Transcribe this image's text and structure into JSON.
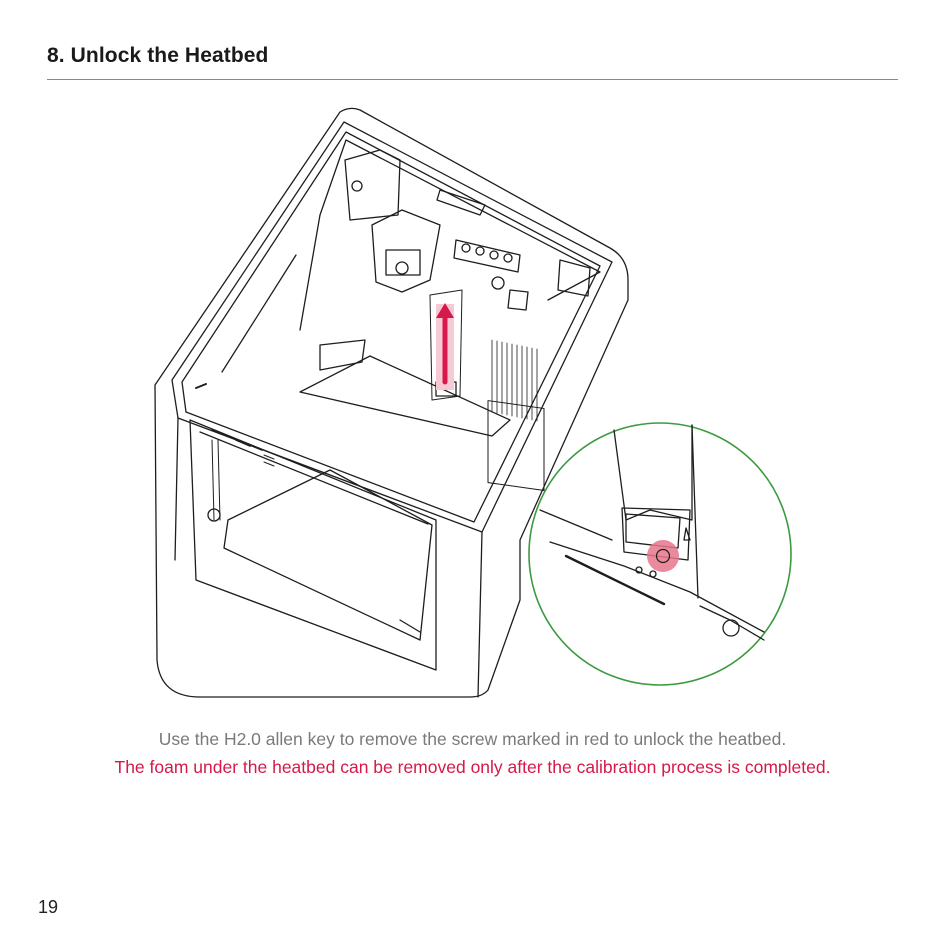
{
  "section": {
    "title": "8. Unlock the Heatbed"
  },
  "captions": {
    "instruction": "Use the H2.0 allen key to remove the screw marked in red to unlock the heatbed.",
    "warning": "The foam under the heatbed can be removed only after the calibration process is completed."
  },
  "page": {
    "number": "19"
  },
  "colors": {
    "warning_text": "#d6194b",
    "arrow": "#d6194b",
    "zoom_ring": "#3c9a3f",
    "screw_marker": "#e8768c"
  },
  "icons": {
    "illustration": "3d-printer-icon",
    "arrow": "arrow-up-icon",
    "zoom": "zoom-callout-icon",
    "screw": "screw-marker-icon"
  }
}
